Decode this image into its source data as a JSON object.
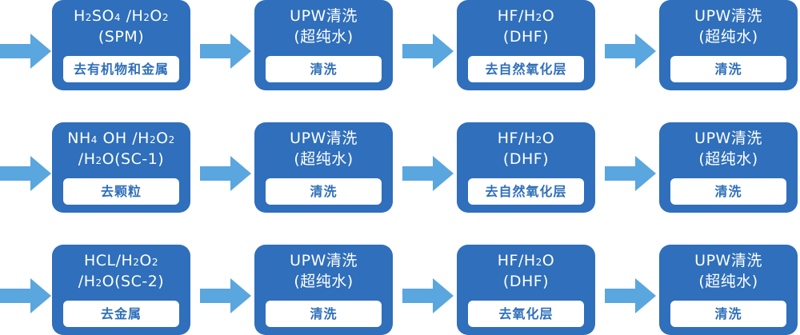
{
  "colors": {
    "box_fill": "#2f6fbb",
    "arrow_fill": "#5aa6de",
    "label_bg": "#ffffff",
    "text_light": "#ffffff"
  },
  "rows": [
    {
      "steps": [
        {
          "line1": [
            "H",
            "2",
            "SO",
            "4",
            " /H",
            "2",
            "O",
            "2"
          ],
          "line2": [
            "(SPM)"
          ],
          "purpose": "去有机物和金属"
        },
        {
          "line1": [
            "UPW清洗"
          ],
          "line2": [
            "(超纯水)"
          ],
          "purpose": "清洗"
        },
        {
          "line1": [
            "HF/H",
            "2",
            "O"
          ],
          "line2": [
            "(DHF)"
          ],
          "purpose": "去自然氧化层"
        },
        {
          "line1": [
            "UPW清洗"
          ],
          "line2": [
            "(超纯水)"
          ],
          "purpose": "清洗"
        }
      ]
    },
    {
      "steps": [
        {
          "line1": [
            "NH",
            "4",
            " OH /H",
            "2",
            "O",
            "2"
          ],
          "line2": [
            "/H",
            "2",
            "O(SC-1)"
          ],
          "purpose": "去颗粒"
        },
        {
          "line1": [
            "UPW清洗"
          ],
          "line2": [
            "(超纯水)"
          ],
          "purpose": "清洗"
        },
        {
          "line1": [
            "HF/H",
            "2",
            "O"
          ],
          "line2": [
            "(DHF)"
          ],
          "purpose": "去自然氧化层"
        },
        {
          "line1": [
            "UPW清洗"
          ],
          "line2": [
            "(超纯水)"
          ],
          "purpose": "清洗"
        }
      ]
    },
    {
      "steps": [
        {
          "line1": [
            "HCL/H",
            "2",
            "O",
            "2"
          ],
          "line2": [
            "/H",
            "2",
            "O(SC-2)"
          ],
          "purpose": "去金属"
        },
        {
          "line1": [
            "UPW清洗"
          ],
          "line2": [
            "(超纯水)"
          ],
          "purpose": "清洗"
        },
        {
          "line1": [
            "HF/H",
            "2",
            "O"
          ],
          "line2": [
            "(DHF)"
          ],
          "purpose": "去氧化层"
        },
        {
          "line1": [
            "UPW清洗"
          ],
          "line2": [
            "(超纯水)"
          ],
          "purpose": "清洗"
        }
      ]
    }
  ]
}
